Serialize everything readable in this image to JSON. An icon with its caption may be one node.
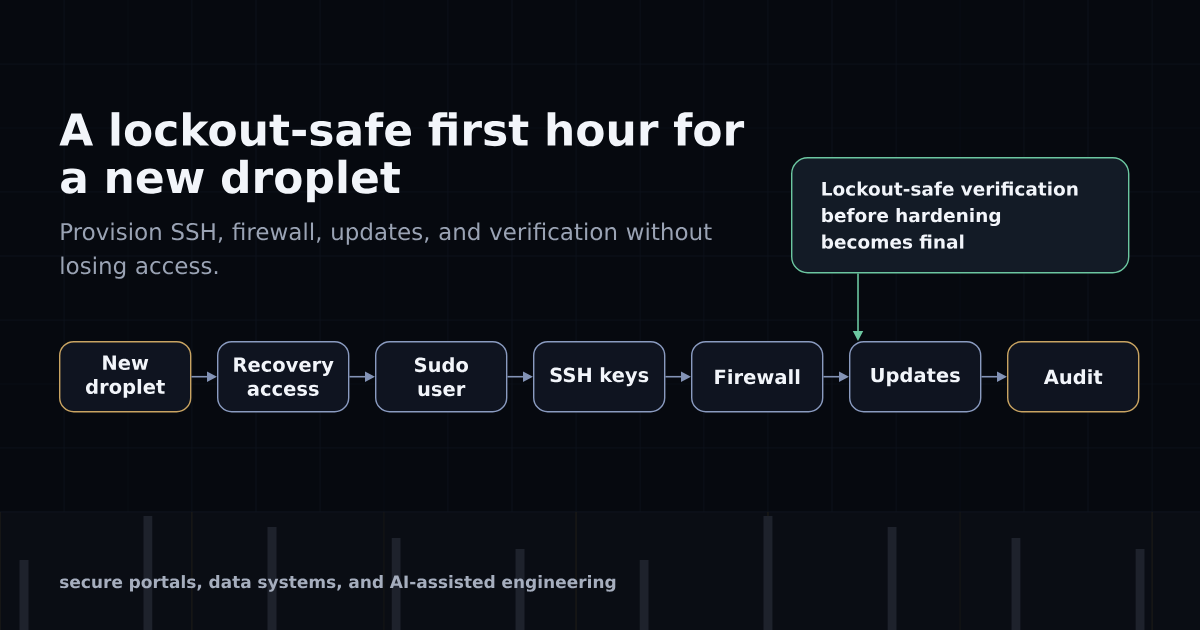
{
  "diagram": {
    "title": "A lockout-safe first hour for a new droplet",
    "nodes": [
      {
        "text": [
          "New droplet"
        ]
      },
      {
        "text": [
          "Recovery access"
        ]
      },
      {
        "text": [
          "Sudo user"
        ]
      },
      {
        "text": [
          "SSH keys"
        ]
      },
      {
        "text": [
          "Firewall"
        ]
      },
      {
        "text": [
          "Updates"
        ]
      },
      {
        "text": [
          "Audit"
        ]
      },
      {
        "text": [
          "Lockout-safe verification before hardening becomes final"
        ]
      }
    ],
    "edges": [
      {
        "from": 0,
        "to": 1,
        "arrow": "to"
      },
      {
        "from": 1,
        "to": 2,
        "arrow": "to"
      },
      {
        "from": 2,
        "to": 3,
        "arrow": "to"
      },
      {
        "from": 3,
        "to": 4,
        "arrow": "to"
      },
      {
        "from": 4,
        "to": 5,
        "arrow": "to"
      },
      {
        "from": 5,
        "to": 6,
        "arrow": "to"
      },
      {
        "from": 7,
        "to": 5,
        "arrow": "to",
        "color": "#6cc7a1"
      }
    ],
    "labels": [
      "Provision SSH, firewall, updates, and verification without losing access.",
      "secure portals, data systems, and AI-assisted engineering"
    ]
  }
}
